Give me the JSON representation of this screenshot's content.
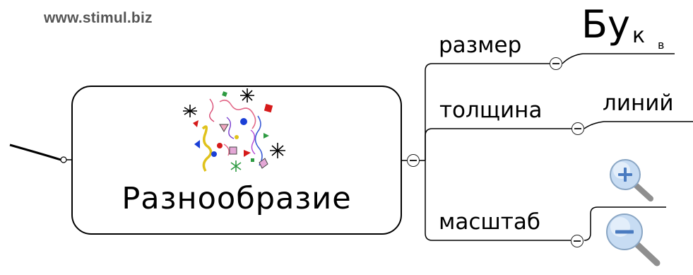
{
  "watermark": "www.stimul.biz",
  "central_topic": {
    "title": "Разнообразие",
    "image": "confetti-shapes-icon"
  },
  "branches": {
    "size": {
      "label": "размер",
      "child_text_main": "Бу",
      "child_text_k": "к",
      "child_text_v": "в"
    },
    "thickness": {
      "label": "толщина",
      "child_text": "линий"
    },
    "scale": {
      "label": "масштаб",
      "zoom_in_icon": "zoom-in-magnifier-icon",
      "zoom_out_icon": "zoom-out-magnifier-icon"
    }
  },
  "colors": {
    "line": "#000000",
    "magnifier_glass": "#b9d3ee",
    "magnifier_handle": "#9a9a9a"
  }
}
